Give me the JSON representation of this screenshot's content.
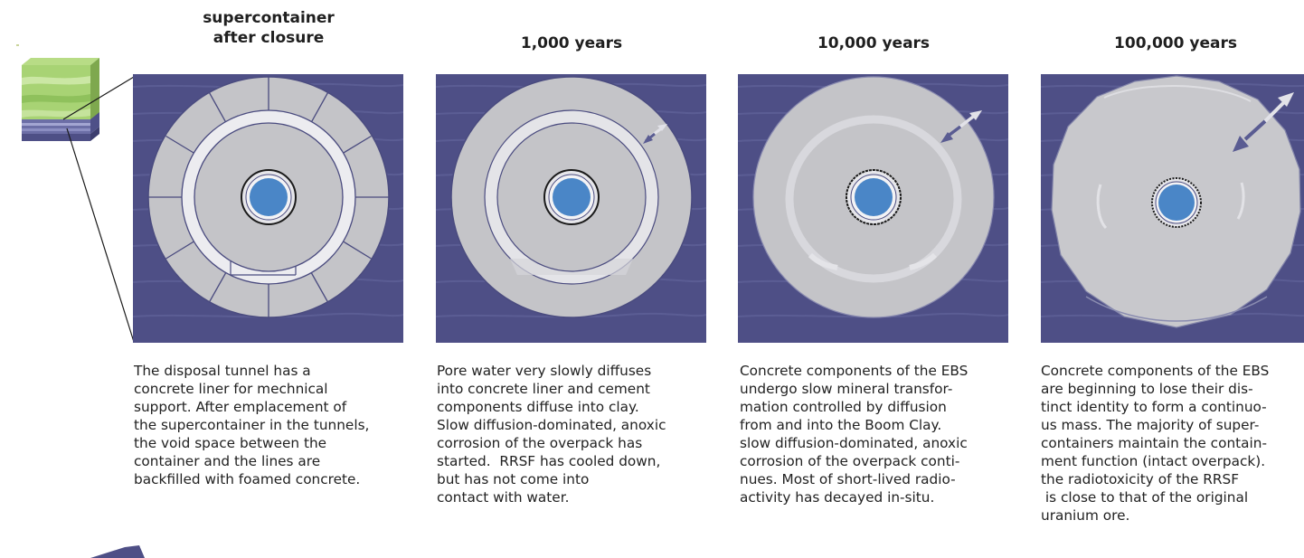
{
  "colors": {
    "clay_background": "#4e4f86",
    "clay_stripe": "#5b5d93",
    "concrete": "#c4c4c8",
    "segment_line": "#4a4b7f",
    "liner_white": "#ececf0",
    "waste_blue": "#4a86c7",
    "arrow_dark": "#5a5c92",
    "arrow_light": "#e2e2e8"
  },
  "stages": [
    {
      "title_lines": [
        "supercontainer",
        "after closure"
      ],
      "caption_lines": [
        "The disposal tunnel has a",
        "concrete liner for mechnical",
        "support. After emplacement of",
        "the supercontainer in the tunnels,",
        "the void space between the",
        "container and the lines are",
        "backfilled with foamed concrete."
      ]
    },
    {
      "title_lines": [
        "1,000 years"
      ],
      "caption_lines": [
        "Pore water very slowly diffuses",
        "into concrete liner and cement",
        "components diffuse into clay.",
        "Slow diffusion-dominated, anoxic",
        "corrosion of the overpack has",
        "started.  RRSF has cooled down,",
        "but has not come into",
        "contact with water."
      ]
    },
    {
      "title_lines": [
        "10,000 years"
      ],
      "caption_lines": [
        "Concrete components of the EBS",
        "undergo slow mineral transfor-",
        "mation controlled by diffusion",
        "from and into the Boom Clay.",
        "slow diffusion-dominated, anoxic",
        "corrosion of the overpack conti-",
        "nues. Most of short-lived radio-",
        "activity has decayed in-situ."
      ]
    },
    {
      "title_lines": [
        "100,000 years"
      ],
      "caption_lines": [
        "Concrete components of the EBS",
        "are beginning to lose their dis-",
        "tinct identity to form a continuo-",
        "us mass. The majority of super-",
        "containers maintain the contain-",
        "ment function (intact overpack).",
        "the radiotoxicity of the RRSF",
        " is close to that of the original",
        "uranium ore."
      ]
    }
  ]
}
